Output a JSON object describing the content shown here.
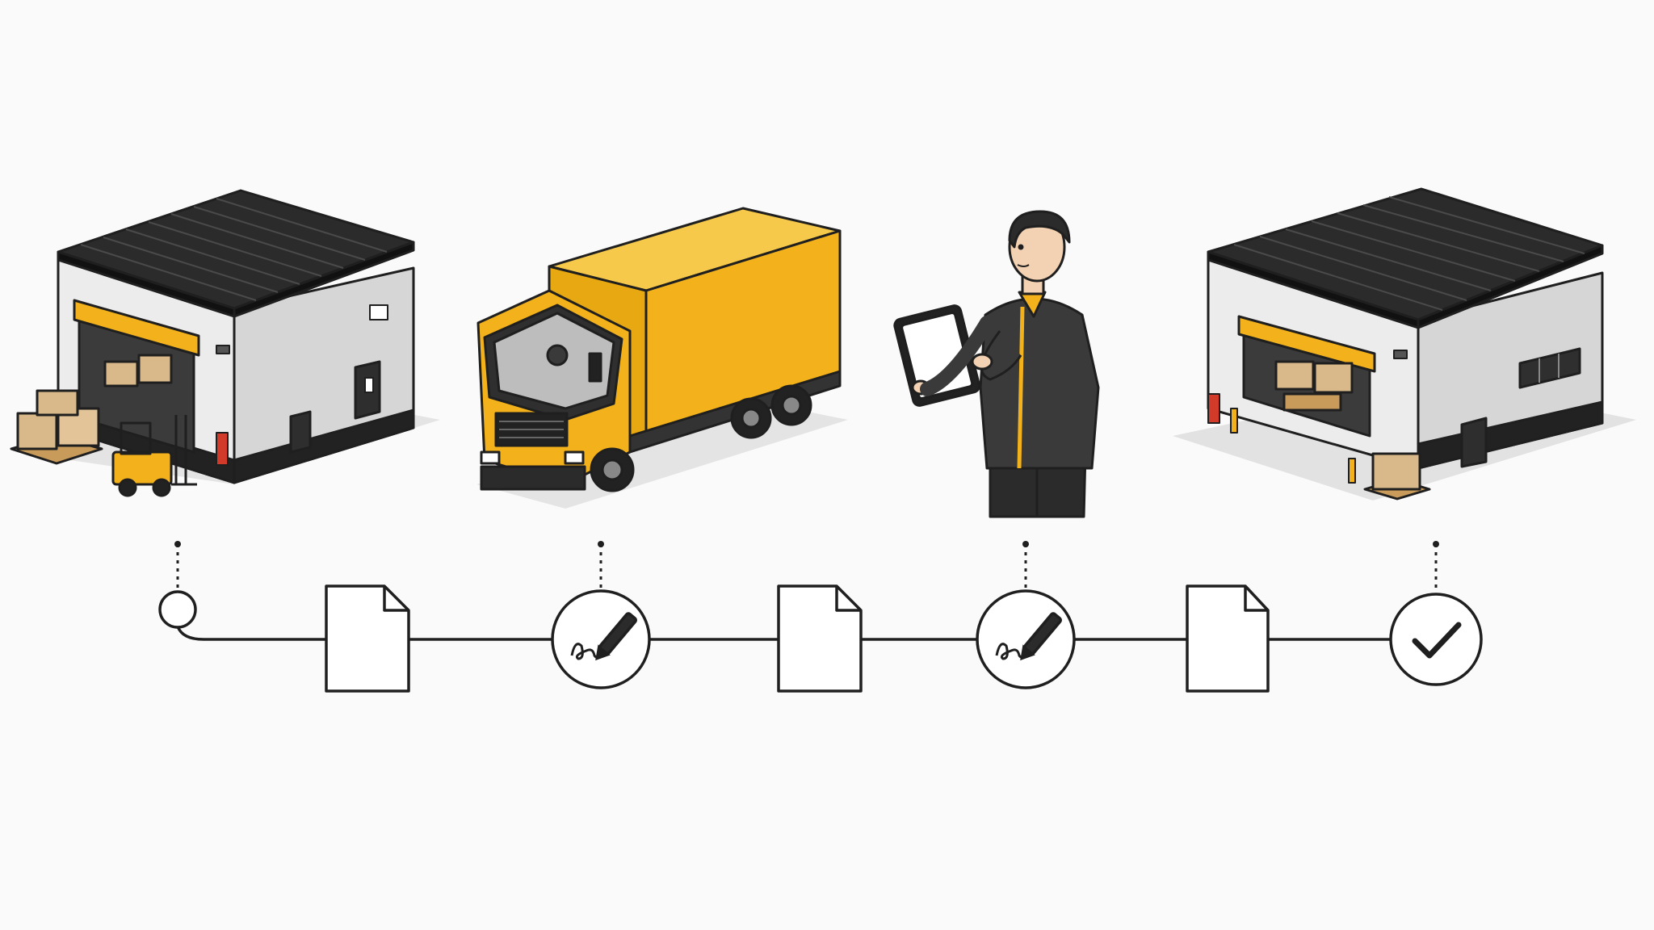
{
  "colors": {
    "background": "#fafafa",
    "accent_yellow": "#f3b21b",
    "accent_yellow_dark": "#d99a0c",
    "roof_dark": "#2b2b2b",
    "wall_light": "#e9e9e9",
    "wall_shade": "#d2d2d2",
    "outline": "#1f1f1f",
    "jacket": "#3a3a3a",
    "box_kraft": "#d9b98a",
    "hydrant_red": "#d23a2a"
  },
  "stages": [
    {
      "id": "origin-warehouse",
      "icon": "warehouse-origin-icon"
    },
    {
      "id": "truck-transit",
      "icon": "truck-icon"
    },
    {
      "id": "courier-tablet",
      "icon": "courier-tablet-icon"
    },
    {
      "id": "destination-warehouse",
      "icon": "warehouse-destination-icon"
    }
  ],
  "timeline": {
    "nodes": [
      {
        "type": "start",
        "icon": "start-circle-icon"
      },
      {
        "type": "document",
        "icon": "document-icon"
      },
      {
        "type": "signature",
        "icon": "signature-pen-icon"
      },
      {
        "type": "document",
        "icon": "document-icon"
      },
      {
        "type": "signature",
        "icon": "signature-pen-icon"
      },
      {
        "type": "document",
        "icon": "document-icon"
      },
      {
        "type": "complete",
        "icon": "checkmark-icon"
      }
    ]
  }
}
